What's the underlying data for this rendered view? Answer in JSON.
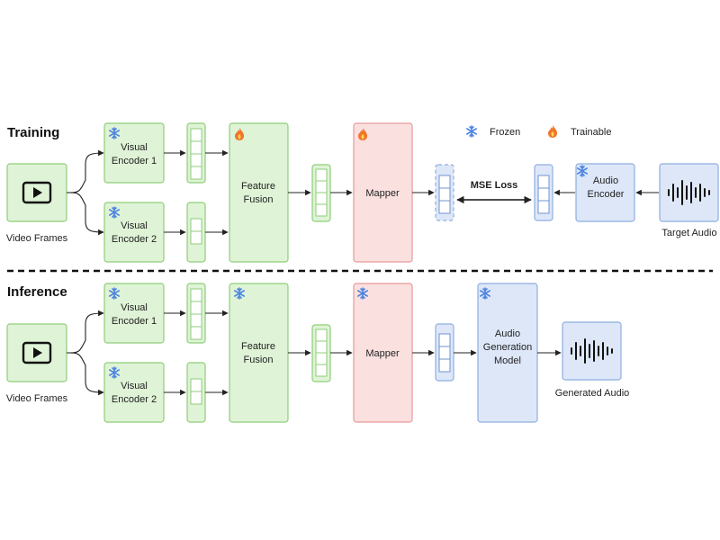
{
  "sections": {
    "training": "Training",
    "inference": "Inference"
  },
  "legend": {
    "frozen": "Frozen",
    "trainable": "Trainable"
  },
  "labels": {
    "video_frames": "Video Frames",
    "visual_encoder_1": [
      "Visual",
      "Encoder 1"
    ],
    "visual_encoder_2": [
      "Visual",
      "Encoder 2"
    ],
    "feature_fusion": [
      "Feature",
      "Fusion"
    ],
    "mapper": "Mapper",
    "mse_loss": "MSE Loss",
    "audio_encoder": [
      "Audio",
      "Encoder"
    ],
    "target_audio": "Target Audio",
    "audio_generation_model": [
      "Audio",
      "Generation",
      "Model"
    ],
    "generated_audio": "Generated Audio"
  },
  "icons": {
    "frozen": "snowflake-icon",
    "trainable": "flame-icon",
    "video": "play-icon",
    "audio": "waveform-icon"
  },
  "colors": {
    "green_fill": "#dff3d6",
    "green_stroke": "#8fce7a",
    "red_fill": "#fbe0e0",
    "red_stroke": "#e79a9a",
    "blue_fill": "#dde7f8",
    "blue_stroke": "#8eaee0",
    "snowflake": "#4f86e0",
    "flame": "#f0762a"
  }
}
